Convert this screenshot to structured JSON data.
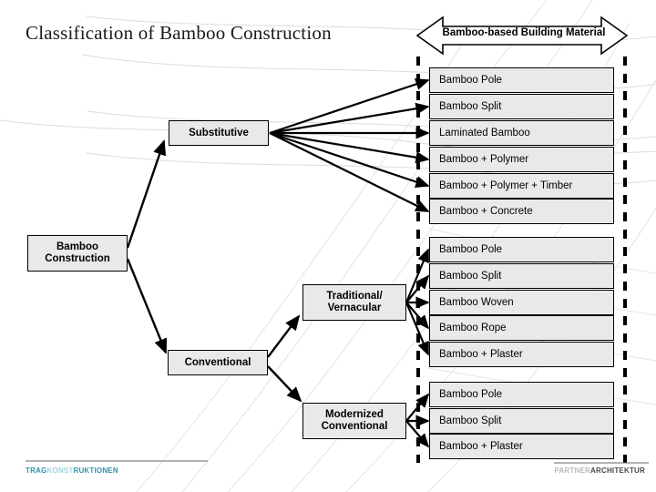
{
  "slide": {
    "title": "Classification of Bamboo Construction",
    "background_color": "#ffffff",
    "node_fill_color": "#e9e9e9",
    "node_border_color": "#000000",
    "divider_color": "#000000"
  },
  "banner": {
    "label": "Bamboo-based Building Material",
    "shape": "double-headed-arrow"
  },
  "root": {
    "label": "Bamboo\nConstruction"
  },
  "categories": [
    {
      "id": "substitutive",
      "label": "Substitutive"
    },
    {
      "id": "conventional",
      "label": "Conventional"
    },
    {
      "id": "traditional",
      "label": "Traditional/\nVernacular"
    },
    {
      "id": "modernized",
      "label": "Modernized\nConventional"
    }
  ],
  "groups": [
    {
      "id": "substitutive-materials",
      "source": "Substitutive",
      "items": [
        "Bamboo Pole",
        "Bamboo Split",
        "Laminated Bamboo",
        "Bamboo + Polymer",
        "Bamboo + Polymer + Timber",
        "Bamboo + Concrete"
      ]
    },
    {
      "id": "traditional-materials",
      "source": "Traditional/Vernacular",
      "items": [
        "Bamboo Pole",
        "Bamboo Split",
        "Bamboo Woven",
        "Bamboo Rope",
        "Bamboo + Plaster"
      ]
    },
    {
      "id": "modernized-materials",
      "source": "Modernized Conventional",
      "items": [
        "Bamboo Pole",
        "Bamboo Split",
        "Bamboo + Plaster"
      ]
    }
  ],
  "footer": {
    "left_logo_prefix": "TRAG",
    "left_logo_mid": "KONST",
    "left_logo_suffix": "RUKTIONEN",
    "right_logo_prefix": "PART",
    "right_logo_mid": "NER",
    "right_logo_suffix": "ARCHITEKTUR"
  }
}
